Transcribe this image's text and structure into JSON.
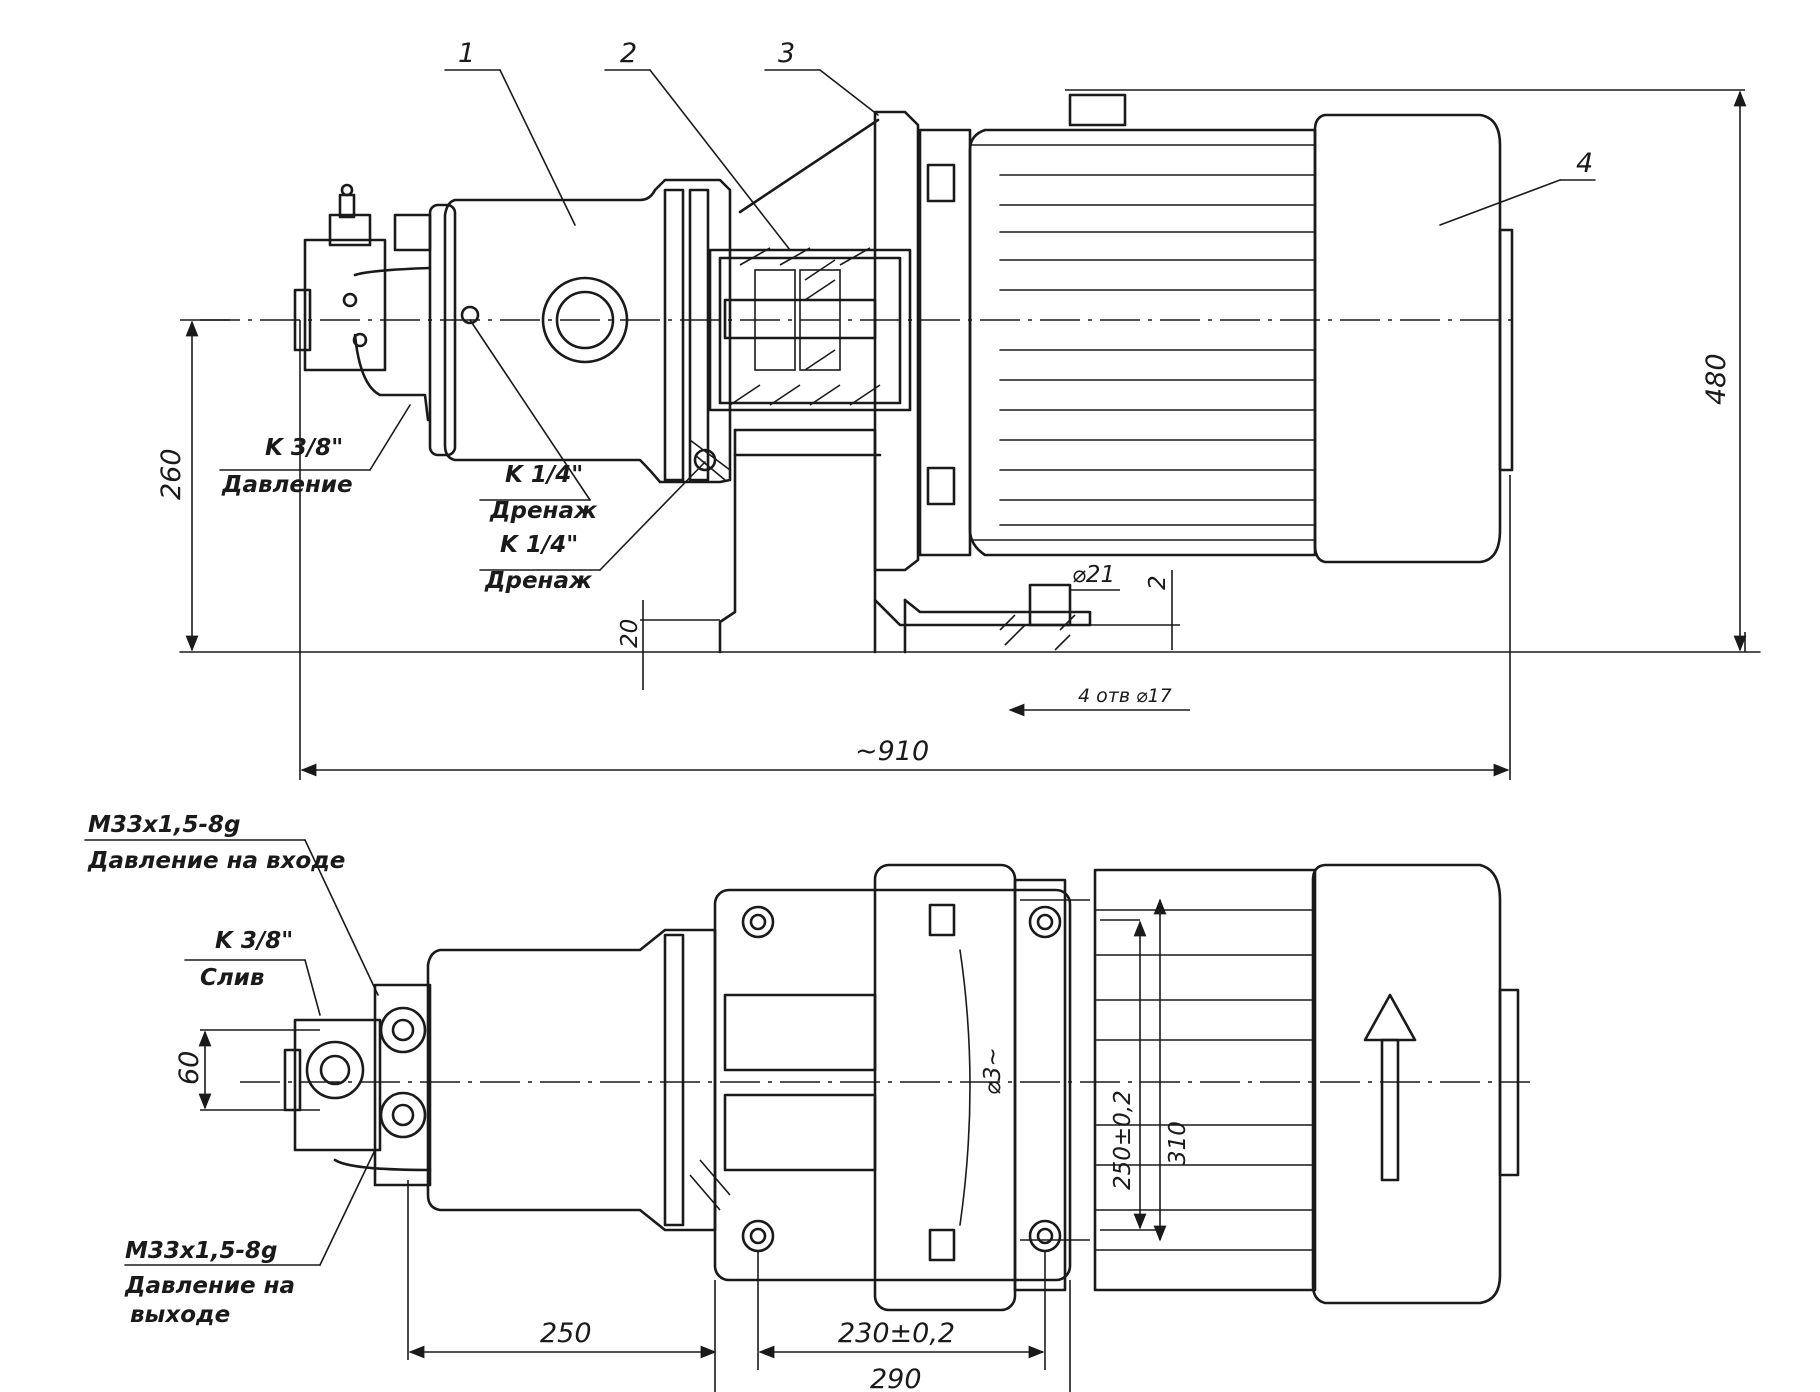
{
  "callouts": {
    "c1": "1",
    "c2": "2",
    "c3": "3",
    "c4": "4"
  },
  "top_view": {
    "port_inlet_size": "K 3/8\"",
    "port_inlet_name": "Давление",
    "port_drain1_size": "K 1/4\"",
    "port_drain1_name": "Дренаж",
    "port_drain2_size": "K 1/4\"",
    "port_drain2_name": "Дренаж",
    "dim_height_260": "260",
    "dim_height_480": "480",
    "dim_base_20": "20",
    "dim_hole_21": "⌀21",
    "dim_gap_2": "2",
    "dim_holes": "4 отв ⌀17",
    "dim_length": "~910"
  },
  "bottom_view": {
    "port_in_thread": "M33x1,5-8g",
    "port_in_name": "Давление на входе",
    "port_drain_size": "K 3/8\"",
    "port_drain_name": "Слив",
    "port_out_thread": "M33x1,5-8g",
    "port_out_name_1": "Давление на",
    "port_out_name_2": "выходе",
    "dim_60": "60",
    "dim_dia": "⌀3~",
    "dim_250_02": "250±0,2",
    "dim_310": "310",
    "dim_250": "250",
    "dim_230": "230±0,2",
    "dim_290": "290"
  }
}
